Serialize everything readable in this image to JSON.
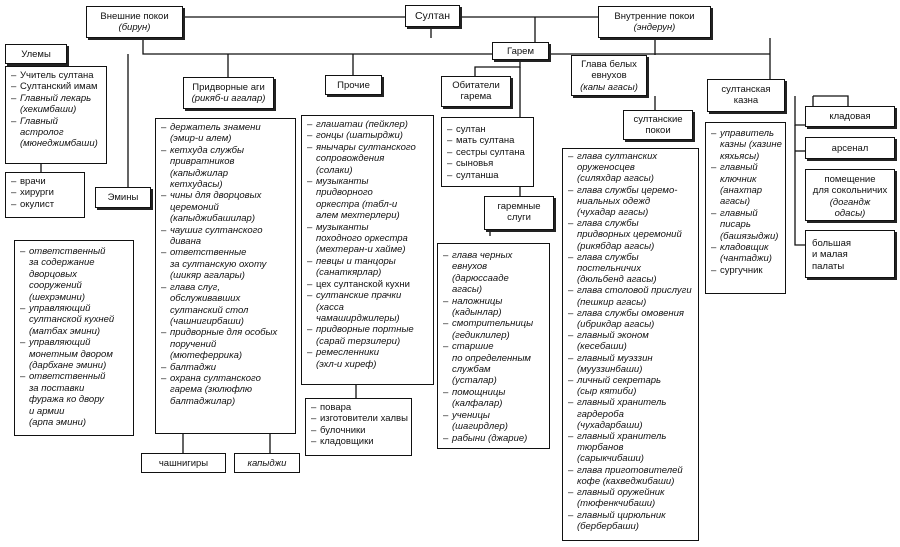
{
  "nodes": {
    "sultan": {
      "title": "Султан"
    },
    "outer_chambers": {
      "title": "Внешние покои",
      "subtitle": "(бирун)"
    },
    "inner_chambers": {
      "title": "Внутренние покои",
      "subtitle": "(эндерун)"
    },
    "ulema": {
      "title": "Улемы",
      "items": [
        "Учитель султана",
        "Султанский имам",
        "Главный лекарь\n(хекимбаши)",
        "Главный астролог\n(мюнеджимбаши)"
      ]
    },
    "doctors": {
      "items": [
        "врачи",
        "хирурги",
        "окулист"
      ]
    },
    "emins": {
      "title": "Эмины",
      "items": [
        "ответственный\nза содержание\nдворцовых\nсооружений\n(шехрэмини)",
        "управляющий\nсултанской кухней\n(матбах эмини)",
        "управляющий\nмонетным двором\n(дарбхане эмини)",
        "ответственный\nза поставки\nфуража ко двору\nи армии\n(арпа эмини)"
      ]
    },
    "court_aghas": {
      "title": "Придворные аги",
      "subtitle": "(рикяб-и агалар)",
      "items": [
        "держатель знамени\n(эмир-и алем)",
        "кетхуда службы\nпривратников\n(капыджилар\nкетхудасы)",
        "чины для дворцовых\nцеремоний\n(капыджибашилар)",
        "чаушиг султанского\nдивана",
        "ответственные\nза султанскую охоту\n(шикяр агалары)",
        "глава слуг,\nобслуживавших\nсултанский стол\n(чашнигирбаши)",
        "придворные для особых\nпоручений\n(мютеферрика)",
        "балтаджи",
        "охрана султанского\nгарема (зюлюфлю\nбалтаджилар)"
      ]
    },
    "chashnigirs": {
      "title": "чашнигиры"
    },
    "kapydzhi": {
      "title": "капыджи"
    },
    "others": {
      "title": "Прочие",
      "items": [
        "глашатаи (пейклер)",
        "гонцы (шатырджи)",
        "янычары султанского\nсопровождения\n(солаки)",
        "музыканты\nпридворного\nоркестра (табл-и\nалем мехтерлери)",
        "музыканты\nпоходного оркестра\n(мехтеран-и хайме)",
        "певцы и танцоры\n(санаткярлар)",
        "цех султанской кухни",
        "султанские прачки\n(хасса\nчамаширджилеры)",
        "придворные портные\n(сарай терзилери)",
        "ремесленники\n(эхл-и хиреф)"
      ]
    },
    "kitchen": {
      "items": [
        "повара",
        "изготовители халвы",
        "булочники",
        "кладовщики"
      ]
    },
    "harem": {
      "title": "Гарем"
    },
    "harem_residents": {
      "title": "Обитатели\nгарема",
      "items": [
        "султан",
        "мать султана",
        "сестры султана",
        "сыновья",
        "султанша"
      ]
    },
    "harem_servants": {
      "title": "гаремные\nслуги",
      "items": [
        "глава черных\nевнухов\n(дарюссааде\nагасы)",
        "наложницы\n(кадынлар)",
        "смотрительницы\n(гедиклилер)",
        "старшие\nпо определенным\nслужбам\n(усталар)",
        "помощницы\n(калфалар)",
        "ученицы\n(шагирдлер)",
        "рабыни (джарие)"
      ]
    },
    "white_eunuchs": {
      "title": "Глава белых\nевнухов",
      "subtitle": "(капы агасы)"
    },
    "sultan_chambers": {
      "title": "султанские\nпокои",
      "items": [
        "глава султанских\nоруженосцев\n(силяхдар агасы)",
        "глава службы церемо-\nниальных одежд\n(чухадар агасы)",
        "глава службы\nпридворных церемоний\n(рикябдар агасы)",
        "глава службы\nпостельничих\n(дюльбенд агасы)",
        "глава столовой прислуги\n(пешкир агасы)",
        "глава службы омовения\n(ибрикдар агасы)",
        "главный эконом\n(кесебаши)",
        "главный муэззин\n(мууззинбаши)",
        "личный секретарь\n(сыр кятиби)",
        "главный хранитель\nгардероба\n(чухадарбаши)",
        "главный хранитель\nтюрбанов\n(сарыкчибаши)",
        "глава приготовителей\nкофе (кахведжибаши)",
        "главный оружейник\n(тюфенкчибаши)",
        "главный цирюльник\n(бербербаши)"
      ]
    },
    "treasury": {
      "title": "султанская\nказна",
      "items": [
        "управитель\nказны (хазине\nкяхьясы)",
        "главный\nключник\n(анахтар\nагасы)",
        "главный\nписарь\n(башязыджи)",
        "кладовщик\n(чантаджи)",
        "сургучник"
      ]
    },
    "storeroom": {
      "title": "кладовая"
    },
    "arsenal": {
      "title": "арсенал"
    },
    "falconers": {
      "title": "помещение\nдля сокольничих",
      "subtitle": "(догандж\nодасы)"
    },
    "chambers": {
      "title": "большая\nи малая\nпалаты"
    }
  }
}
